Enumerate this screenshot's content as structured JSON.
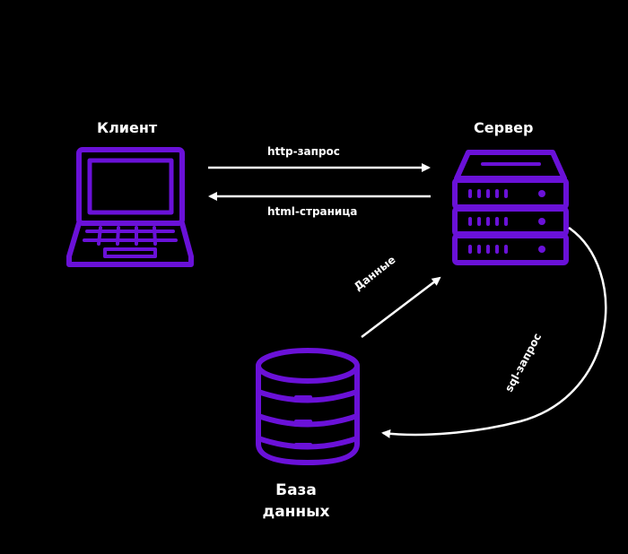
{
  "nodes": {
    "client": {
      "label": "Клиент",
      "icon": "laptop-icon"
    },
    "server": {
      "label": "Сервер",
      "icon": "server-rack-icon"
    },
    "database": {
      "label_line1": "База",
      "label_line2": "данных",
      "icon": "database-icon"
    }
  },
  "edges": [
    {
      "id": "http-request",
      "from": "client",
      "to": "server",
      "label": "http-запрос"
    },
    {
      "id": "html-page",
      "from": "server",
      "to": "client",
      "label": "html-страница"
    },
    {
      "id": "sql-query",
      "from": "server",
      "to": "database",
      "label": "sql-запрос"
    },
    {
      "id": "data",
      "from": "database",
      "to": "server",
      "label": "Данные"
    }
  ],
  "colors": {
    "background": "#000000",
    "icon_stroke": "#6a11d8",
    "arrow": "#ffffff",
    "text": "#ffffff"
  }
}
